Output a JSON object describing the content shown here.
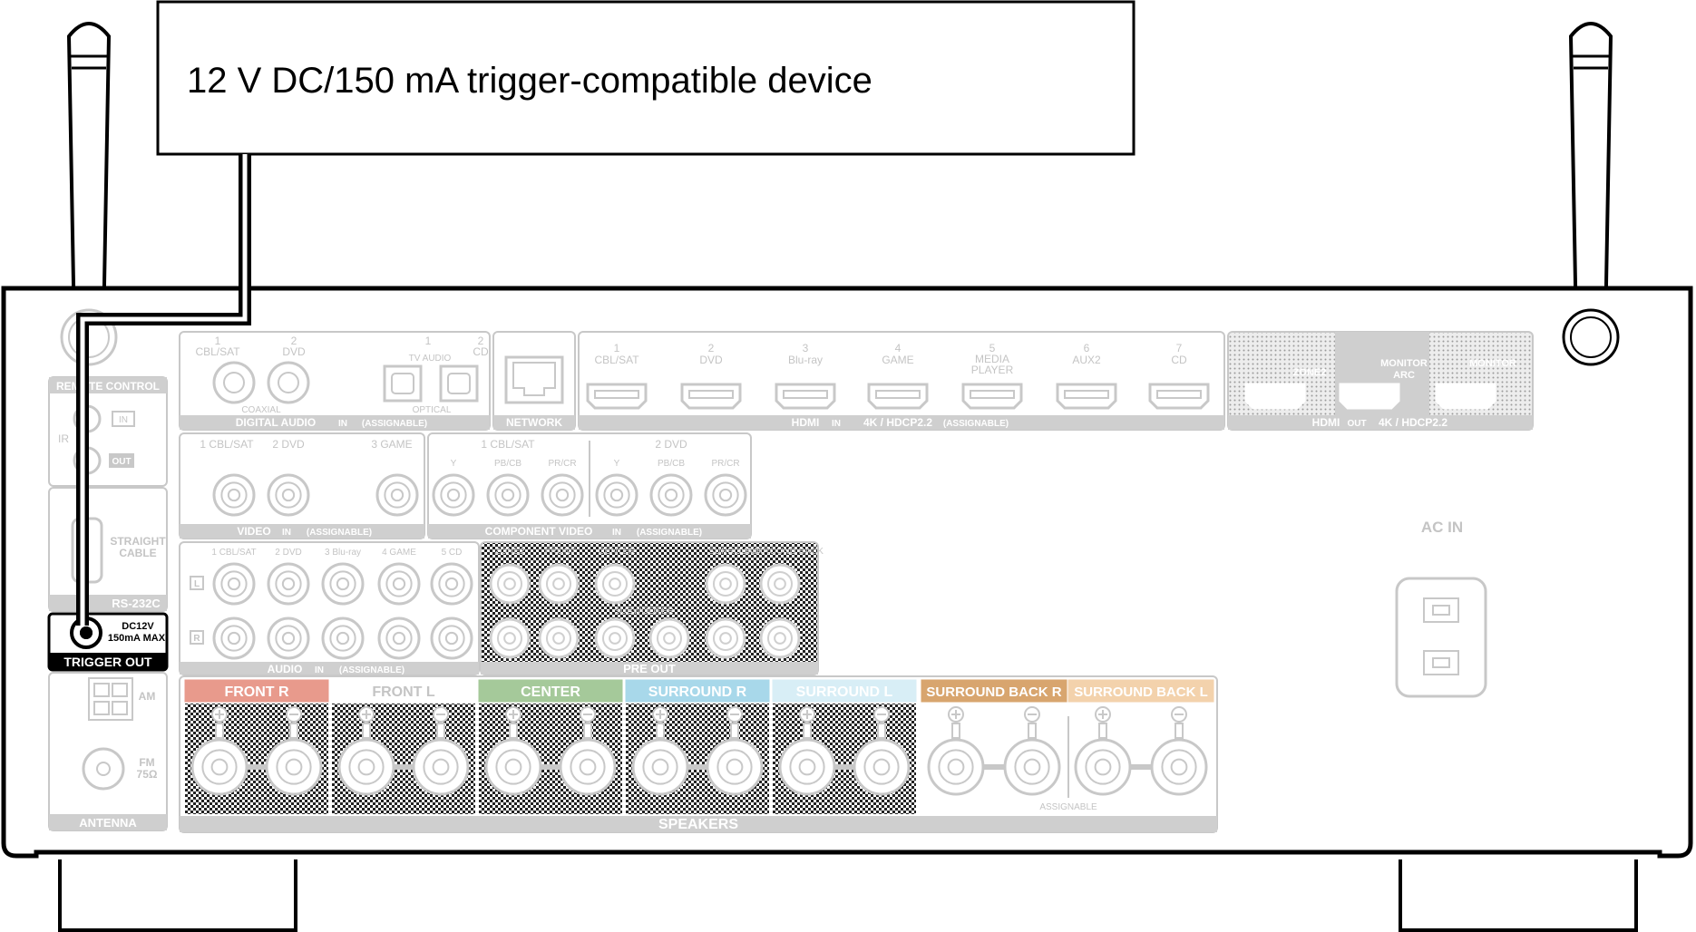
{
  "callout": {
    "text": "12 V DC/150 mA trigger-compatible device"
  },
  "remote_control": {
    "title": "REMOTE CONTROL",
    "ir": "IR",
    "in": "IN",
    "out": "OUT"
  },
  "rs232c": {
    "title": "RS-232C",
    "cable_line1": "STRAIGHT",
    "cable_line2": "CABLE"
  },
  "trigger_out": {
    "title": "TRIGGER OUT",
    "spec_line1": "DC12V",
    "spec_line2": "150mA MAX."
  },
  "antenna": {
    "title": "ANTENNA",
    "am": "AM",
    "fm_line1": "FM",
    "fm_line2": "75Ω"
  },
  "digital_audio": {
    "title": "DIGITAL AUDIO",
    "in_tag": "IN",
    "note": "(ASSIGNABLE)",
    "coaxial": "COAXIAL",
    "optical": "OPTICAL",
    "inputs": [
      {
        "num": "1",
        "name": "CBL/SAT"
      },
      {
        "num": "2",
        "name": "DVD"
      },
      {
        "num": "1",
        "name": "TV AUDIO"
      },
      {
        "num": "2",
        "name": "CD"
      }
    ]
  },
  "network": {
    "title": "NETWORK"
  },
  "hdmi_in": {
    "title": "HDMI",
    "in_tag": "IN",
    "spec": "4K / HDCP2.2",
    "note": "(ASSIGNABLE)",
    "inputs": [
      {
        "num": "1",
        "name": "CBL/SAT"
      },
      {
        "num": "2",
        "name": "DVD"
      },
      {
        "num": "3",
        "name": "Blu-ray"
      },
      {
        "num": "4",
        "name": "GAME"
      },
      {
        "num": "5",
        "name": "MEDIA PLAYER"
      },
      {
        "num": "6",
        "name": "AUX2"
      },
      {
        "num": "7",
        "name": "CD"
      }
    ]
  },
  "hdmi_out": {
    "title": "HDMI",
    "out_tag": "OUT",
    "spec": "4K / HDCP2.2",
    "zone2": "ZONE2",
    "monitor_arc_line1": "MONITOR",
    "monitor_arc_line2": "ARC",
    "monitor": "MONITOR"
  },
  "video": {
    "title": "VIDEO",
    "in_tag": "IN",
    "note": "(ASSIGNABLE)",
    "inputs": [
      "1 CBL/SAT",
      "2 DVD",
      "3 GAME"
    ]
  },
  "component_video": {
    "title": "COMPONENT VIDEO",
    "in_tag": "IN",
    "note": "(ASSIGNABLE)",
    "groups": [
      "1 CBL/SAT",
      "2 DVD"
    ],
    "channels": [
      "Y",
      "PB/CB",
      "PR/CR"
    ]
  },
  "audio": {
    "title": "AUDIO",
    "in_tag": "IN",
    "note": "(ASSIGNABLE)",
    "left": "L",
    "right": "R",
    "inputs": [
      "1 CBL/SAT",
      "2 DVD",
      "3 Blu-ray",
      "4 GAME",
      "5 CD"
    ]
  },
  "pre_out": {
    "title": "PRE OUT",
    "zone2": "ZONE2",
    "front": "FRONT",
    "center": "CENTER",
    "surround": "SURROUND",
    "surround_back": "SURROUND BACK",
    "subwoofer": "SUBWOOFER"
  },
  "ac_in": {
    "label": "AC IN"
  },
  "speakers": {
    "title": "SPEAKERS",
    "assignable": "ASSIGNABLE",
    "channels": [
      {
        "name": "FRONT",
        "side": "R",
        "color": "#e89a8c"
      },
      {
        "name": "FRONT",
        "side": "L",
        "color": "#ffffff"
      },
      {
        "name": "CENTER",
        "side": "",
        "color": "#a5c99a"
      },
      {
        "name": "SURROUND",
        "side": "R",
        "color": "#a8d8ea"
      },
      {
        "name": "SURROUND",
        "side": "L",
        "color": "#d8eef6"
      },
      {
        "name": "SURROUND BACK",
        "side": "R",
        "color": "#d8a56e"
      },
      {
        "name": "SURROUND BACK",
        "side": "L",
        "color": "#f3d2ac"
      }
    ]
  }
}
